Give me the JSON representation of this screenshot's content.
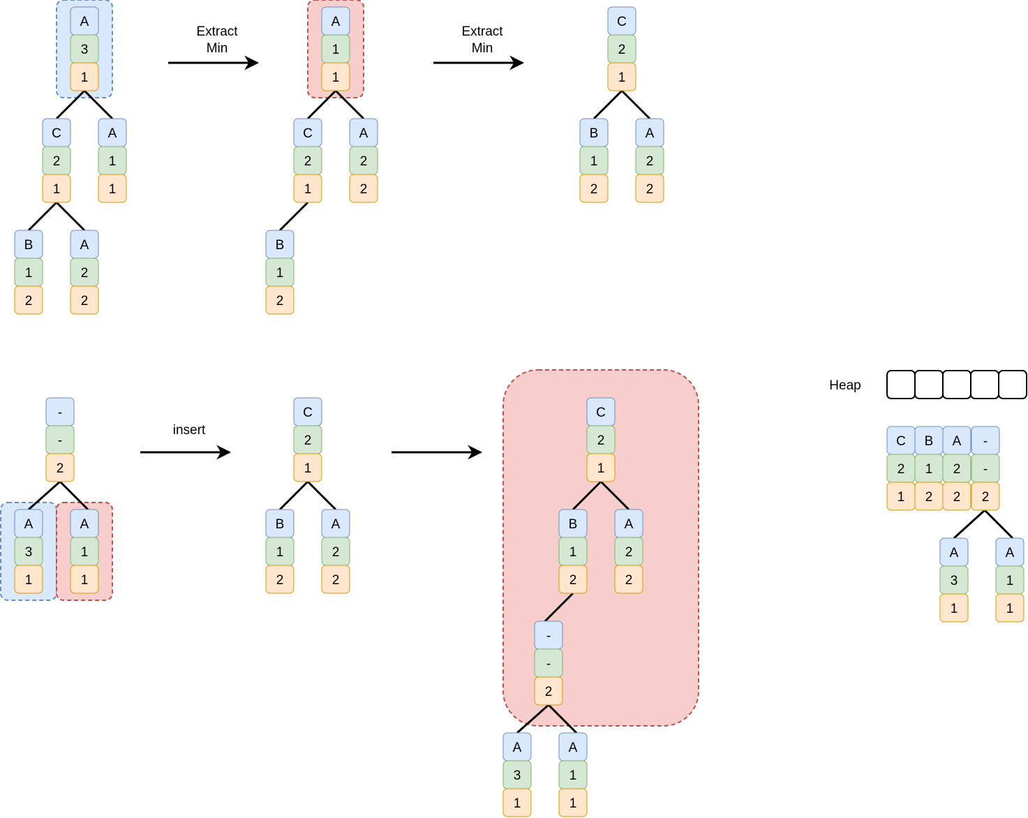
{
  "labels": {
    "extract_min_1": [
      "Extract",
      "Min"
    ],
    "extract_min_2": [
      "Extract",
      "Min"
    ],
    "insert": "insert",
    "heap": "Heap"
  },
  "colors": {
    "name_fill": "#dae8fc",
    "name_stroke": "#6c8ebf",
    "count_fill": "#d5e8d4",
    "count_stroke": "#82b366",
    "index_fill": "#ffe6cc",
    "index_stroke": "#d79b00",
    "highlight_blue": "#dae8fc",
    "highlight_blue_stroke": "#6c8ebf",
    "highlight_red": "#f8cecc",
    "highlight_red_stroke": "#b85450"
  },
  "trees": {
    "tree1": [
      {
        "id": "t1-root",
        "name": "A",
        "count": "3",
        "index": "1"
      },
      {
        "id": "t1-c",
        "name": "C",
        "count": "2",
        "index": "1"
      },
      {
        "id": "t1-a",
        "name": "A",
        "count": "1",
        "index": "1"
      },
      {
        "id": "t1-b",
        "name": "B",
        "count": "1",
        "index": "2"
      },
      {
        "id": "t1-a2",
        "name": "A",
        "count": "2",
        "index": "2"
      }
    ],
    "tree2": [
      {
        "id": "t2-root",
        "name": "A",
        "count": "1",
        "index": "1"
      },
      {
        "id": "t2-c",
        "name": "C",
        "count": "2",
        "index": "1"
      },
      {
        "id": "t2-a",
        "name": "A",
        "count": "2",
        "index": "2"
      },
      {
        "id": "t2-b",
        "name": "B",
        "count": "1",
        "index": "2"
      }
    ],
    "tree3": [
      {
        "id": "t3-root",
        "name": "C",
        "count": "2",
        "index": "1"
      },
      {
        "id": "t3-b",
        "name": "B",
        "count": "1",
        "index": "2"
      },
      {
        "id": "t3-a",
        "name": "A",
        "count": "2",
        "index": "2"
      }
    ],
    "tree4": [
      {
        "id": "t4-root",
        "name": "-",
        "count": "-",
        "index": "2"
      },
      {
        "id": "t4-a3",
        "name": "A",
        "count": "3",
        "index": "1"
      },
      {
        "id": "t4-a1",
        "name": "A",
        "count": "1",
        "index": "1"
      }
    ],
    "tree5": [
      {
        "id": "t5-root",
        "name": "C",
        "count": "2",
        "index": "1"
      },
      {
        "id": "t5-b",
        "name": "B",
        "count": "1",
        "index": "2"
      },
      {
        "id": "t5-a",
        "name": "A",
        "count": "2",
        "index": "2"
      }
    ],
    "tree6": [
      {
        "id": "t6-root",
        "name": "C",
        "count": "2",
        "index": "1"
      },
      {
        "id": "t6-b",
        "name": "B",
        "count": "1",
        "index": "2"
      },
      {
        "id": "t6-a",
        "name": "A",
        "count": "2",
        "index": "2"
      },
      {
        "id": "t6-dash",
        "name": "-",
        "count": "-",
        "index": "2"
      },
      {
        "id": "t6-a3",
        "name": "A",
        "count": "3",
        "index": "1"
      },
      {
        "id": "t6-a1",
        "name": "A",
        "count": "1",
        "index": "1"
      }
    ],
    "heap_array": [
      {
        "id": "h-c",
        "name": "C",
        "count": "2",
        "index": "1"
      },
      {
        "id": "h-b",
        "name": "B",
        "count": "1",
        "index": "2"
      },
      {
        "id": "h-a",
        "name": "A",
        "count": "2",
        "index": "2"
      },
      {
        "id": "h-dash",
        "name": "-",
        "count": "-",
        "index": "2"
      }
    ],
    "heap_children": [
      {
        "id": "hc-a3",
        "name": "A",
        "count": "3",
        "index": "1"
      },
      {
        "id": "hc-a1",
        "name": "A",
        "count": "1",
        "index": "1"
      }
    ]
  },
  "heap_slots": [
    "",
    "",
    "",
    "",
    ""
  ]
}
